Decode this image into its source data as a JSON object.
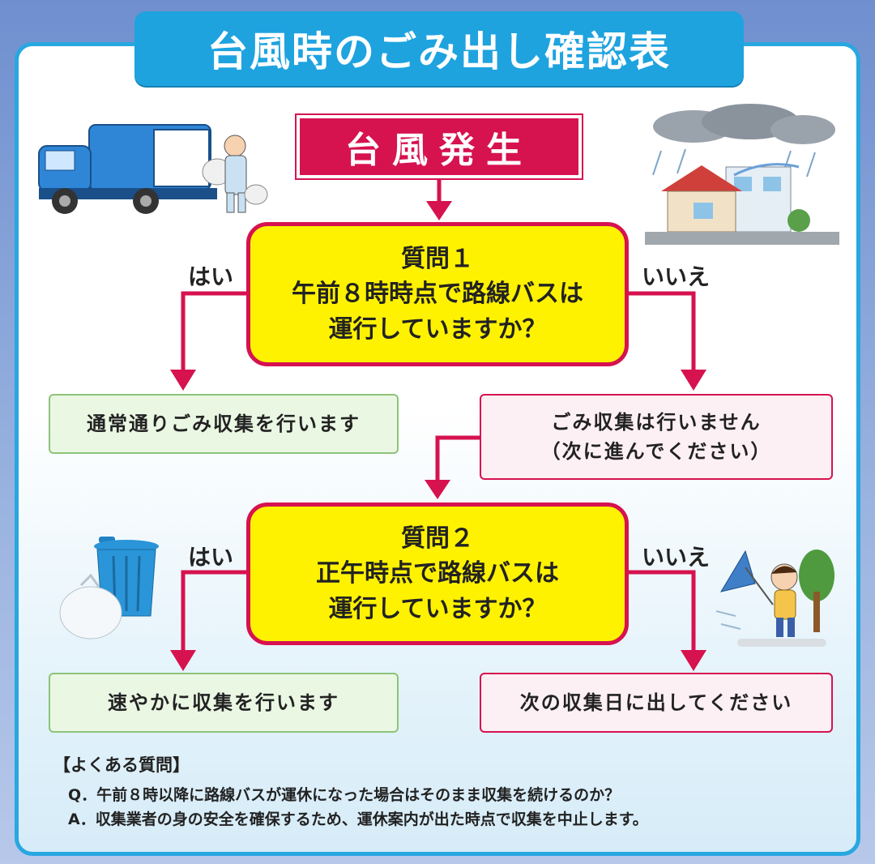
{
  "title": "台風時のごみ出し確認表",
  "start": "台風発生",
  "question1": {
    "label": "質問１",
    "line1": "午前８時時点で路線バスは",
    "line2": "運行していますか？"
  },
  "question2": {
    "label": "質問２",
    "line1": "正午時点で路線バスは",
    "line2": "運行していますか？"
  },
  "branches": {
    "yes": "はい",
    "no": "いいえ"
  },
  "answer1_yes": "通常通りごみ収集を行います",
  "answer1_no": {
    "line1": "ごみ収集は行いません",
    "line2": "（次に進んでください）"
  },
  "answer2_yes": "速やかに収集を行います",
  "answer2_no": "次の収集日に出してください",
  "faq": {
    "heading": "【よくある質問】",
    "q": "Q．午前８時以降に路線バスが運休になった場合はそのまま収集を続けるのか？",
    "a": "A．収集業者の身の安全を確保するため、運休案内が出た時点で収集を中止します。"
  },
  "colors": {
    "accent_blue": "#1ea3df",
    "accent_red": "#d6124f",
    "question_yellow": "#fff200"
  }
}
